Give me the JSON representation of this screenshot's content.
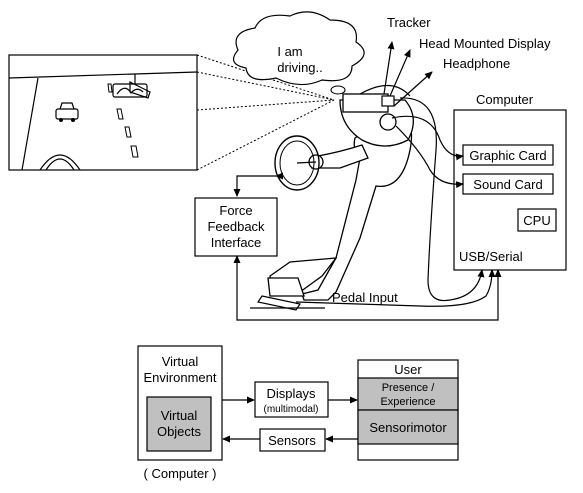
{
  "thought": {
    "line1": "I am",
    "line2": "driving.."
  },
  "labels": {
    "tracker": "Tracker",
    "hmd": "Head Mounted Display",
    "headphone": "Headphone",
    "computer": "Computer",
    "graphic_card": "Graphic Card",
    "sound_card": "Sound Card",
    "cpu": "CPU",
    "usb_serial": "USB/Serial",
    "pedal_input": "Pedal Input",
    "force_feedback": [
      "Force",
      "Feedback",
      "Interface"
    ]
  },
  "block_diagram": {
    "virtual_env": [
      "Virtual",
      "Environment"
    ],
    "virtual_objects": [
      "Virtual",
      "Objects"
    ],
    "computer_caption": "( Computer )",
    "displays": "Displays",
    "displays_sub": "(multimodal)",
    "sensors": "Sensors",
    "user": "User",
    "presence": [
      "Presence /",
      "Experience"
    ],
    "sensorimotor": "Sensorimotor"
  },
  "colors": {
    "shade": "#c0c0c0",
    "line": "#000000",
    "background": "#ffffff"
  }
}
